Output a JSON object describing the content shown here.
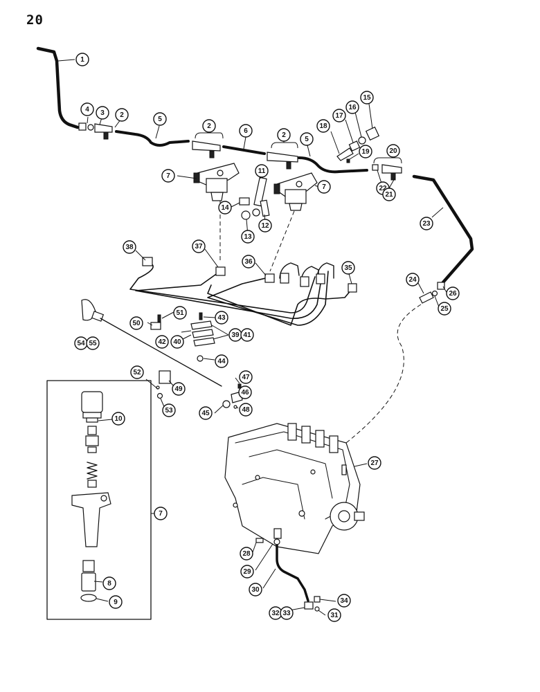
{
  "page": {
    "number": "20"
  },
  "callouts": [
    {
      "id": "c1",
      "label": "1"
    },
    {
      "id": "c2a",
      "label": "2"
    },
    {
      "id": "c3",
      "label": "3"
    },
    {
      "id": "c4",
      "label": "4"
    },
    {
      "id": "c5a",
      "label": "5"
    },
    {
      "id": "c2b",
      "label": "2"
    },
    {
      "id": "c6",
      "label": "6"
    },
    {
      "id": "c2c",
      "label": "2"
    },
    {
      "id": "c5b",
      "label": "5"
    },
    {
      "id": "c18",
      "label": "18"
    },
    {
      "id": "c17",
      "label": "17"
    },
    {
      "id": "c16",
      "label": "16"
    },
    {
      "id": "c15",
      "label": "15"
    },
    {
      "id": "c19",
      "label": "19"
    },
    {
      "id": "c20",
      "label": "20"
    },
    {
      "id": "c7a",
      "label": "7"
    },
    {
      "id": "c11",
      "label": "11"
    },
    {
      "id": "c7b",
      "label": "7"
    },
    {
      "id": "c22",
      "label": "22"
    },
    {
      "id": "c21",
      "label": "21"
    },
    {
      "id": "c14",
      "label": "14"
    },
    {
      "id": "c12",
      "label": "12"
    },
    {
      "id": "c13",
      "label": "13"
    },
    {
      "id": "c23",
      "label": "23"
    },
    {
      "id": "c38",
      "label": "38"
    },
    {
      "id": "c37",
      "label": "37"
    },
    {
      "id": "c36",
      "label": "36"
    },
    {
      "id": "c35",
      "label": "35"
    },
    {
      "id": "c24",
      "label": "24"
    },
    {
      "id": "c26",
      "label": "26"
    },
    {
      "id": "c25",
      "label": "25"
    },
    {
      "id": "c51",
      "label": "51"
    },
    {
      "id": "c43",
      "label": "43"
    },
    {
      "id": "c50",
      "label": "50"
    },
    {
      "id": "c39",
      "label": "39"
    },
    {
      "id": "c41",
      "label": "41"
    },
    {
      "id": "c42",
      "label": "42"
    },
    {
      "id": "c40",
      "label": "40"
    },
    {
      "id": "c54",
      "label": "54"
    },
    {
      "id": "c55",
      "label": "55"
    },
    {
      "id": "c44",
      "label": "44"
    },
    {
      "id": "c52",
      "label": "52"
    },
    {
      "id": "c49",
      "label": "49"
    },
    {
      "id": "c47",
      "label": "47"
    },
    {
      "id": "c53",
      "label": "53"
    },
    {
      "id": "c46",
      "label": "46"
    },
    {
      "id": "c45",
      "label": "45"
    },
    {
      "id": "c48",
      "label": "48"
    },
    {
      "id": "c10",
      "label": "10"
    },
    {
      "id": "c27",
      "label": "27"
    },
    {
      "id": "c7c",
      "label": "7"
    },
    {
      "id": "c8",
      "label": "8"
    },
    {
      "id": "c28",
      "label": "28"
    },
    {
      "id": "c29",
      "label": "29"
    },
    {
      "id": "c30",
      "label": "30"
    },
    {
      "id": "c9",
      "label": "9"
    },
    {
      "id": "c34",
      "label": "34"
    },
    {
      "id": "c32",
      "label": "32"
    },
    {
      "id": "c33",
      "label": "33"
    },
    {
      "id": "c31",
      "label": "31"
    }
  ]
}
